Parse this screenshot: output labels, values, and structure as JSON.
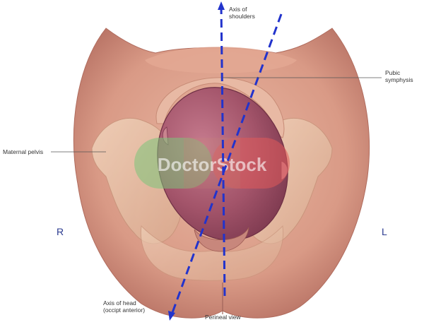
{
  "labels": {
    "axis_shoulders": "Axis of\nshoulders",
    "pubic_symphysis": "Pubic\nsymphysis",
    "maternal_pelvis": "Maternal pelvis",
    "axis_head": "Axis of head\n(occipt anterior)",
    "perineal_view": "Perineal view"
  },
  "side_markers": {
    "right": "R",
    "left": "L"
  },
  "watermark": "DoctorStock",
  "colors": {
    "skin": "#d9a08c",
    "skin_dark": "#b8746a",
    "head": "#a8546a",
    "axis_line": "#2233cc",
    "bone": "#e8c4a8",
    "watermark_green": "#7cc47a",
    "watermark_red": "#e05a5a"
  }
}
